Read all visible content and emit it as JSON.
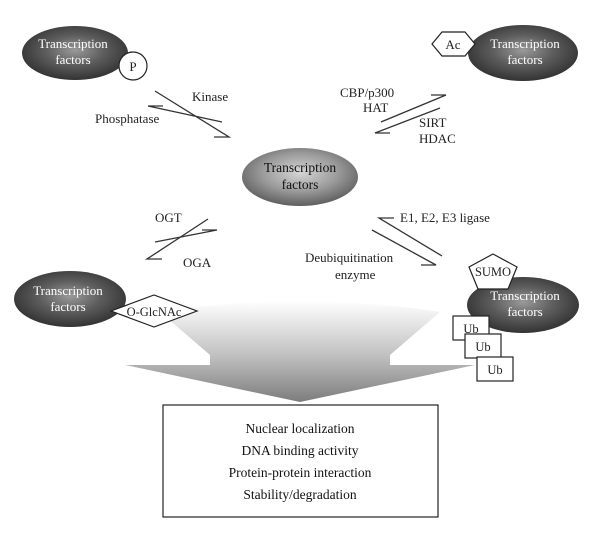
{
  "center": {
    "line1": "Transcription",
    "line2": "factors"
  },
  "top_left": {
    "line1": "Transcription",
    "line2": "factors",
    "modifier": "P",
    "forward_enzyme": "Kinase",
    "reverse_enzyme": "Phosphatase"
  },
  "top_right": {
    "line1": "Transcription",
    "line2": "factors",
    "modifier": "Ac",
    "forward_enzyme_line1": "CBP/p300",
    "forward_enzyme_line2": "HAT",
    "reverse_enzyme_line1": "SIRT",
    "reverse_enzyme_line2": "HDAC"
  },
  "bottom_left": {
    "line1": "Transcription",
    "line2": "factors",
    "modifier": "O-GlcNAc",
    "forward_enzyme": "OGT",
    "reverse_enzyme": "OGA"
  },
  "bottom_right": {
    "line1": "Transcription",
    "line2": "factors",
    "modifier_sumo": "SUMO",
    "ub1": "Ub",
    "ub2": "Ub",
    "ub3": "Ub",
    "forward_enzyme": "E1, E2, E3 ligase",
    "reverse_enzyme_line1": "Deubiquitination",
    "reverse_enzyme_line2": "enzyme"
  },
  "outcomes": {
    "items": [
      "Nuclear localization",
      "DNA binding activity",
      "Protein-protein interaction",
      "Stability/degradation"
    ]
  }
}
